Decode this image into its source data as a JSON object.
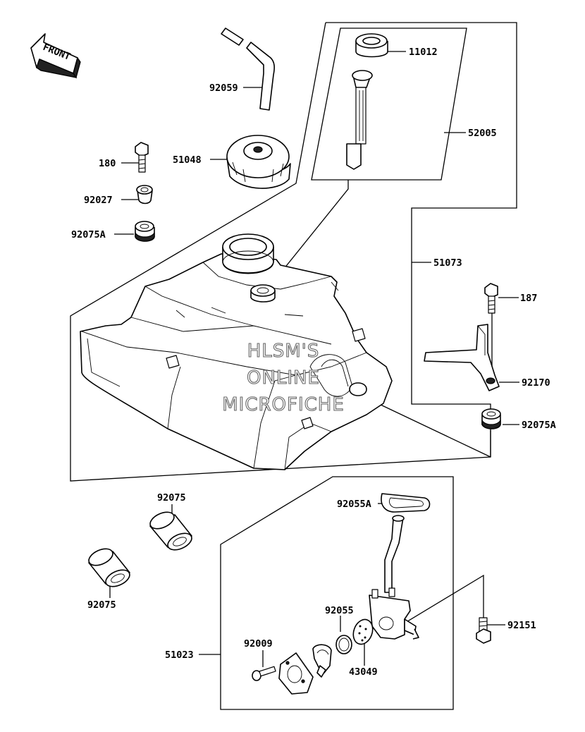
{
  "labels": {
    "p11012": "11012",
    "p52005": "52005",
    "p92059": "92059",
    "p180": "180",
    "p51048": "51048",
    "p92027": "92027",
    "p92075a_left": "92075A",
    "p51073": "51073",
    "p187": "187",
    "p92170": "92170",
    "p92075a_right": "92075A",
    "p92075_top": "92075",
    "p92075_bottom": "92075",
    "p92055a": "92055A",
    "p92055": "92055",
    "p92009": "92009",
    "p51023": "51023",
    "p43049": "43049",
    "p92151": "92151"
  },
  "front_arrow": "FRONT",
  "watermark": {
    "line1": "HLSM'S",
    "line2": "ONLINE",
    "line3": "MICROFICHE"
  }
}
